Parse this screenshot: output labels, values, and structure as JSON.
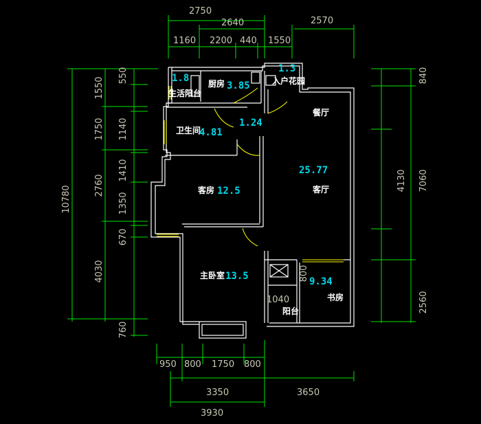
{
  "colors": {
    "background": "#000000",
    "walls": "#ffffff",
    "dimension_lines": "#00e600",
    "dimension_text": "#c8c8b4",
    "area_cyan": "#00d8e8",
    "door_arc": "#ffff00"
  },
  "dimensions": {
    "top_row1": "2750",
    "top_row2a": "2640",
    "top_row2b": "2570",
    "top_row3a": "1160",
    "top_row3b": "2200",
    "top_row3c": "440",
    "top_row3d": "1550",
    "left_total": "10780",
    "left_a": "1550",
    "left_b": "1750",
    "left_c": "2760",
    "left_d": "4030",
    "left_sub1": "550",
    "left_sub2": "1140",
    "left_sub3": "1410",
    "left_sub4": "1350",
    "left_sub5": "670",
    "left_sub6": "760",
    "right_a": "840",
    "right_b": "7060",
    "right_c": "4130",
    "right_d": "2560",
    "bottom1a": "950",
    "bottom1b": "800",
    "bottom1c": "1750",
    "bottom1d": "800",
    "bottom2a": "3350",
    "bottom2b": "3650",
    "bottom3": "3930",
    "inner_800": "800",
    "inner_1040": "1040"
  },
  "rooms": {
    "laundry_balcony": {
      "label": "生活阳台",
      "area": "1.8"
    },
    "kitchen": {
      "label": "厨房",
      "area": "3.85"
    },
    "entry_garden": {
      "label": "入户花园",
      "area": "1.3"
    },
    "hall_small": {
      "area": "1.24"
    },
    "bathroom": {
      "label": "卫生间",
      "area": "4.81"
    },
    "dining": {
      "label": "餐厅"
    },
    "living": {
      "label": "客厅",
      "area": "25.77"
    },
    "guest_room": {
      "label": "客房",
      "area": "12.5"
    },
    "master_bedroom": {
      "label": "主卧室",
      "area": "13.5"
    },
    "study": {
      "label": "书房",
      "area": "9.34"
    },
    "balcony": {
      "label": "阳台"
    }
  }
}
